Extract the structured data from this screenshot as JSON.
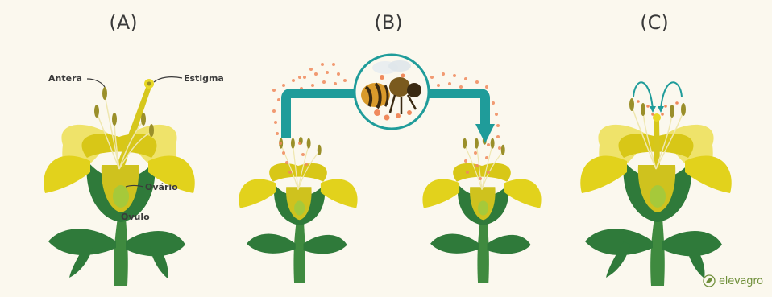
{
  "panels": [
    {
      "label": "(A)"
    },
    {
      "label": "(B)"
    },
    {
      "label": "(C)"
    }
  ],
  "labels": {
    "anther": "Antera",
    "stigma": "Estigma",
    "ovary": "Ovário",
    "ovule": "Óvulo"
  },
  "brand": {
    "name": "elevagro"
  },
  "colors": {
    "background": "#fbf8ee",
    "petal": "#e2d21c",
    "petal_light": "#efe36a",
    "leaf": "#2f7a3a",
    "stem": "#3f8a3f",
    "anther": "#9a8f2a",
    "pollen": "#f08a5d",
    "arrow": "#1f9c9a"
  },
  "icons": [
    "bee-icon",
    "leaf-logo-icon"
  ]
}
